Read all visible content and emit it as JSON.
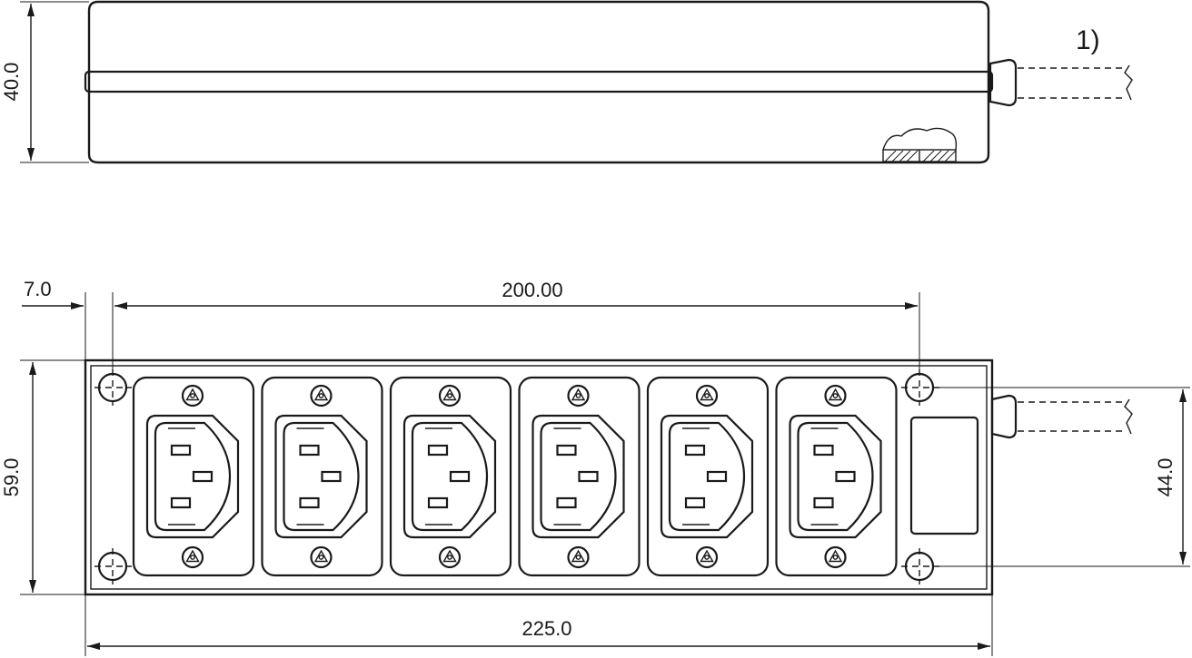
{
  "note_marker": "1)",
  "dimensions": {
    "side_height": "40.0",
    "offset_left": "7.0",
    "hole_spacing": "200.00",
    "front_height": "59.0",
    "hole_vertical": "44.0",
    "overall_length": "225.0"
  },
  "outlets": {
    "count": 6,
    "type-icon": "iec-c13-socket-icon",
    "mount-icon": "triangle-screw-icon"
  },
  "colors": {
    "line": "#1a1a1a",
    "paper": "#ffffff"
  }
}
